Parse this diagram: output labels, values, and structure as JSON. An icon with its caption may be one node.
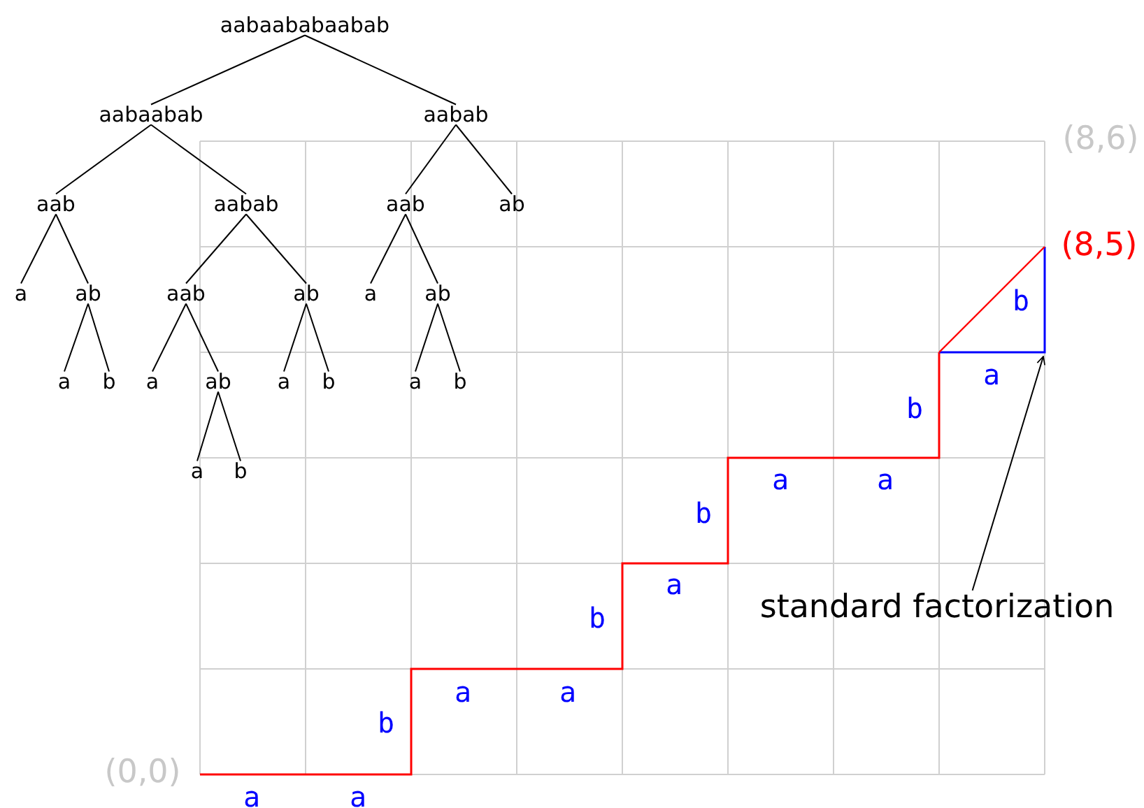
{
  "diagram": {
    "nodes": [
      {
        "text": [
          "aabaababaabab"
        ]
      },
      {
        "text": [
          "aabaabab"
        ]
      },
      {
        "text": [
          "aabab"
        ]
      },
      {
        "text": [
          "aab"
        ]
      },
      {
        "text": [
          "aabab"
        ]
      },
      {
        "text": [
          "aab"
        ]
      },
      {
        "text": [
          "ab"
        ]
      },
      {
        "text": [
          "a"
        ]
      },
      {
        "text": [
          "ab"
        ]
      },
      {
        "text": [
          "aab"
        ]
      },
      {
        "text": [
          "ab"
        ]
      },
      {
        "text": [
          "a"
        ]
      },
      {
        "text": [
          "ab"
        ]
      },
      {
        "text": [
          "a"
        ]
      },
      {
        "text": [
          "b"
        ]
      },
      {
        "text": [
          "a"
        ]
      },
      {
        "text": [
          "ab"
        ]
      },
      {
        "text": [
          "a"
        ]
      },
      {
        "text": [
          "b"
        ]
      },
      {
        "text": [
          "a"
        ]
      },
      {
        "text": [
          "b"
        ]
      },
      {
        "text": [
          "a"
        ]
      },
      {
        "text": [
          "b"
        ]
      },
      {
        "text": [
          "standard factorization"
        ]
      }
    ],
    "edges": [
      {
        "from": 0,
        "to": 1,
        "arrow": "none"
      },
      {
        "from": 0,
        "to": 2,
        "arrow": "none"
      },
      {
        "from": 1,
        "to": 3,
        "arrow": "none"
      },
      {
        "from": 1,
        "to": 4,
        "arrow": "none"
      },
      {
        "from": 2,
        "to": 5,
        "arrow": "none"
      },
      {
        "from": 2,
        "to": 6,
        "arrow": "none"
      },
      {
        "from": 3,
        "to": 7,
        "arrow": "none"
      },
      {
        "from": 3,
        "to": 8,
        "arrow": "none"
      },
      {
        "from": 4,
        "to": 9,
        "arrow": "none"
      },
      {
        "from": 4,
        "to": 10,
        "arrow": "none"
      },
      {
        "from": 5,
        "to": 11,
        "arrow": "none"
      },
      {
        "from": 5,
        "to": 12,
        "arrow": "none"
      },
      {
        "from": 8,
        "to": 13,
        "arrow": "none"
      },
      {
        "from": 8,
        "to": 14,
        "arrow": "none"
      },
      {
        "from": 9,
        "to": 15,
        "arrow": "none"
      },
      {
        "from": 9,
        "to": 16,
        "arrow": "none"
      },
      {
        "from": 10,
        "to": 17,
        "arrow": "none"
      },
      {
        "from": 10,
        "to": 18,
        "arrow": "none"
      },
      {
        "from": 12,
        "to": 19,
        "arrow": "none"
      },
      {
        "from": 12,
        "to": 20,
        "arrow": "none"
      },
      {
        "from": 16,
        "to": 21,
        "arrow": "none"
      },
      {
        "from": 16,
        "to": 22,
        "arrow": "none"
      },
      {
        "from": 23,
        "to": null,
        "arrow": "to"
      }
    ],
    "labels": [
      "(8,6)",
      "(8,5)",
      "b",
      "a",
      "b",
      "a",
      "a",
      "b",
      "a",
      "b",
      "a",
      "a",
      "b",
      "(0,0)",
      "a",
      "a"
    ]
  }
}
